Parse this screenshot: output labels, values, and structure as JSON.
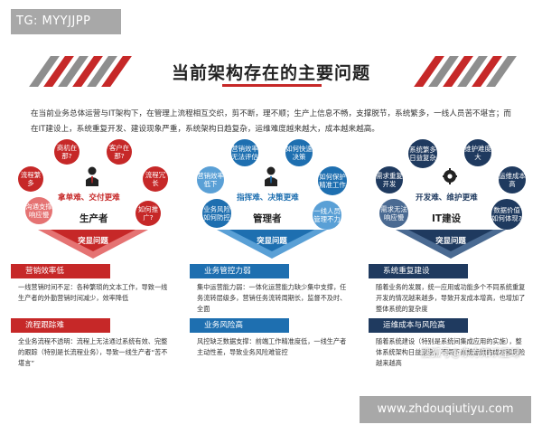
{
  "tag": "TG: MYYJJPP",
  "title": "当前架构存在的主要问题",
  "intro": "在当前业务总体运营与IT架构下，在管理上流程相互交织，剪不断，理不顺；生产上信息不畅，支撑脱节，系统繁多，一线人员苦不堪言；而在IT建设上，系统重复开发、建设现象严重，系统架构日趋复杂，运维难度越来越大，成本越来越高。",
  "columns": [
    {
      "color": "#c62828",
      "light": "#e57373",
      "bubbles": [
        "商机在那?",
        "客户在那?",
        "流程繁多",
        "流程冗长",
        "沟通支撑响应慢",
        "如何推广?"
      ],
      "pain": "拿单难、交付更难",
      "role": "生产者",
      "arrow": "突显问题",
      "issues": [
        {
          "title": "营销效率低",
          "text": "一线营销时间不足：各种繁琐的文本工作，导致一线生产者的外勤营销时间减少，效率降低"
        },
        {
          "title": "流程跟踪难",
          "text": "全业务流程不透明：流程上无法通过系统有效、完整的跟踪（特别是长流程业务），导致一线生产者“苦不堪言”"
        }
      ]
    },
    {
      "color": "#1e6fb0",
      "light": "#5aa0d6",
      "bubbles": [
        "营销效率无法评估",
        "如何快速决策",
        "营销效率低下",
        "如何保护精准工作",
        "业务风险如何防控",
        "一线人员管理不力"
      ],
      "pain": "指挥难、决策更难",
      "role": "管理者",
      "arrow": "突显问题",
      "issues": [
        {
          "title": "业务管控力弱",
          "text": "集中运营能力弱：一体化运营能力缺少集中支撑，任务流转层级多，营销任务流转周期长，监督不及时、全面"
        },
        {
          "title": "业务风险高",
          "text": "风控缺乏数据支撑：前端工作精准度低，一线生产者主动性差，导致业务风险难管控"
        }
      ]
    },
    {
      "color": "#1f3a5f",
      "light": "#4a6a92",
      "bubbles": [
        "系统繁多日益复杂",
        "维护难度大",
        "需求重复开发",
        "运维成本高",
        "需求无法响应慢",
        "数据价值如何体现?"
      ],
      "pain": "开发难、维护更难",
      "role": "IT建设",
      "arrow": "突显问题",
      "issues": [
        {
          "title": "系统重复建设",
          "text": "随着业务的发展，统一应用或功能多个不同系统重复开发的情况越来越多，导致开发成本增高，也增加了整体系统的复杂度"
        },
        {
          "title": "运维成本与风险高",
          "text": "随着系统建设（特别是系统间集成应用的实施），整体系统架构日益复杂，不同于系统运维的成本和风险越来越高"
        }
      ]
    }
  ],
  "watermark": "搜狐号@东方知识星球",
  "url": "www.zhdouqiutiyu.com"
}
